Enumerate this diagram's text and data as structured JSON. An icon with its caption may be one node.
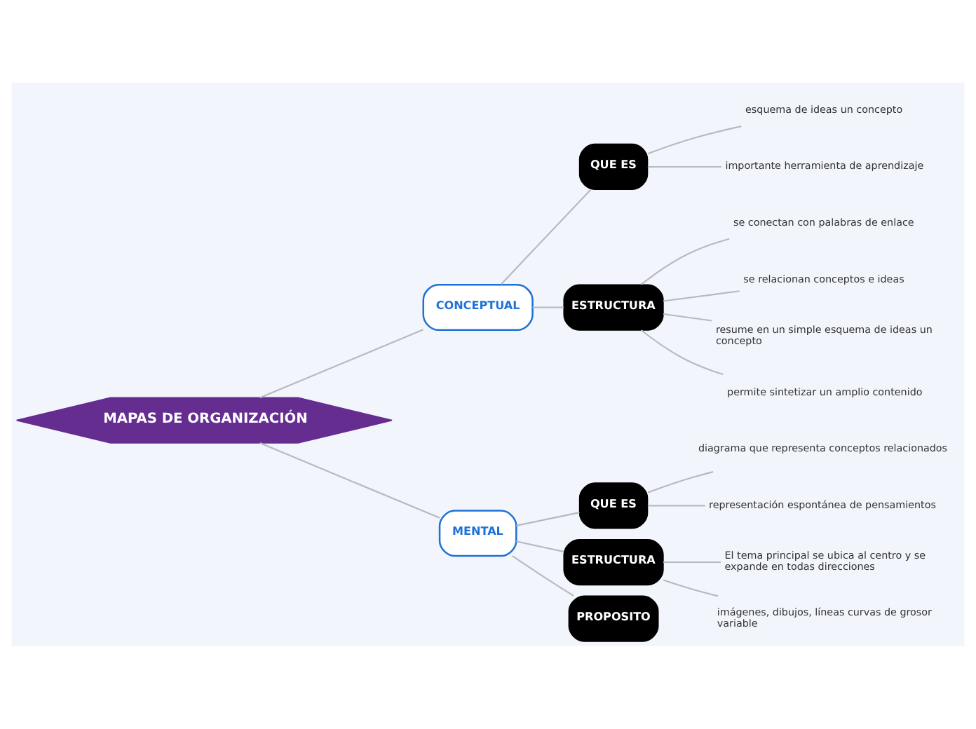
{
  "diagram": {
    "nodes": [
      {
        "text": [
          "MAPAS DE ORGANIZACIÓN"
        ]
      },
      {
        "text": [
          "CONCEPTUAL"
        ]
      },
      {
        "text": [
          "QUE ES"
        ]
      },
      {
        "text": [
          "esquema de ideas un concepto"
        ]
      },
      {
        "text": [
          "importante herramienta de aprendizaje"
        ]
      },
      {
        "text": [
          "ESTRUCTURA"
        ]
      },
      {
        "text": [
          "se conectan con palabras de enlace"
        ]
      },
      {
        "text": [
          "se relacionan conceptos e ideas"
        ]
      },
      {
        "text": [
          "resume en un simple esquema de ideas un concepto"
        ]
      },
      {
        "text": [
          "permite sintetizar un amplio contenido"
        ]
      },
      {
        "text": [
          "MENTAL"
        ]
      },
      {
        "text": [
          "QUE ES"
        ]
      },
      {
        "text": [
          "diagrama que representa conceptos relacionados"
        ]
      },
      {
        "text": [
          "representación espontánea de pensamientos"
        ]
      },
      {
        "text": [
          "ESTRUCTURA"
        ]
      },
      {
        "text": [
          "El tema principal se ubica al centro y se expande en todas direcciones"
        ]
      },
      {
        "text": [
          "imágenes, dibujos, líneas curvas de grosor variable"
        ]
      },
      {
        "text": [
          "PROPOSITO"
        ]
      }
    ],
    "edges": [
      {
        "from": 0,
        "to": 1,
        "arrow": "none"
      },
      {
        "from": 0,
        "to": 10,
        "arrow": "none"
      },
      {
        "from": 1,
        "to": 2,
        "arrow": "none"
      },
      {
        "from": 2,
        "to": 3,
        "arrow": "none"
      },
      {
        "from": 2,
        "to": 4,
        "arrow": "none"
      },
      {
        "from": 1,
        "to": 5,
        "arrow": "none"
      },
      {
        "from": 5,
        "to": 6,
        "arrow": "none"
      },
      {
        "from": 5,
        "to": 7,
        "arrow": "none"
      },
      {
        "from": 5,
        "to": 8,
        "arrow": "none"
      },
      {
        "from": 5,
        "to": 9,
        "arrow": "none"
      },
      {
        "from": 10,
        "to": 11,
        "arrow": "none"
      },
      {
        "from": 11,
        "to": 12,
        "arrow": "none"
      },
      {
        "from": 11,
        "to": 13,
        "arrow": "none"
      },
      {
        "from": 10,
        "to": 14,
        "arrow": "none"
      },
      {
        "from": 14,
        "to": 15,
        "arrow": "none"
      },
      {
        "from": 14,
        "to": 16,
        "arrow": "none"
      },
      {
        "from": 10,
        "to": 17,
        "arrow": "none"
      }
    ]
  }
}
